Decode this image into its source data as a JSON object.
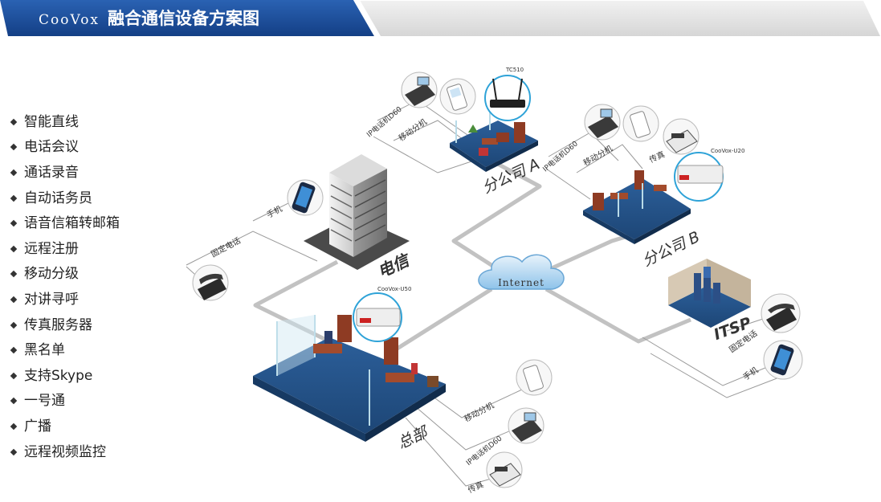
{
  "banner": {
    "brand": "CooVox",
    "title": "融合通信设备方案图"
  },
  "features": [
    "智能直线",
    "电话会议",
    "通话录音",
    "自动话务员",
    "语音信箱转邮箱",
    "远程注册",
    "移动分级",
    "对讲寻呼",
    "传真服务器",
    "黑名单",
    "支持Skype",
    "一号通",
    "广播",
    "远程视频监控"
  ],
  "diagram": {
    "internet": "Internet",
    "telecom": {
      "name": "电信",
      "mobile": "手机",
      "landline": "固定电话"
    },
    "branch_a": {
      "name": "分公司 A",
      "device": "TC510",
      "ip_phone": "IP电话机D60",
      "mobile_ext": "移动分机"
    },
    "branch_b": {
      "name": "分公司 B",
      "device": "CooVox-U20",
      "ip_phone": "IP电话机D60",
      "mobile_ext": "移动分机",
      "fax": "传真"
    },
    "hq": {
      "name": "总部",
      "device": "CooVox-U50",
      "mobile_ext": "移动分机",
      "ip_phone": "IP电话机D60",
      "fax": "传真"
    },
    "itsp": {
      "name": "ITSP",
      "landline": "固定电话",
      "mobile": "手机"
    }
  }
}
